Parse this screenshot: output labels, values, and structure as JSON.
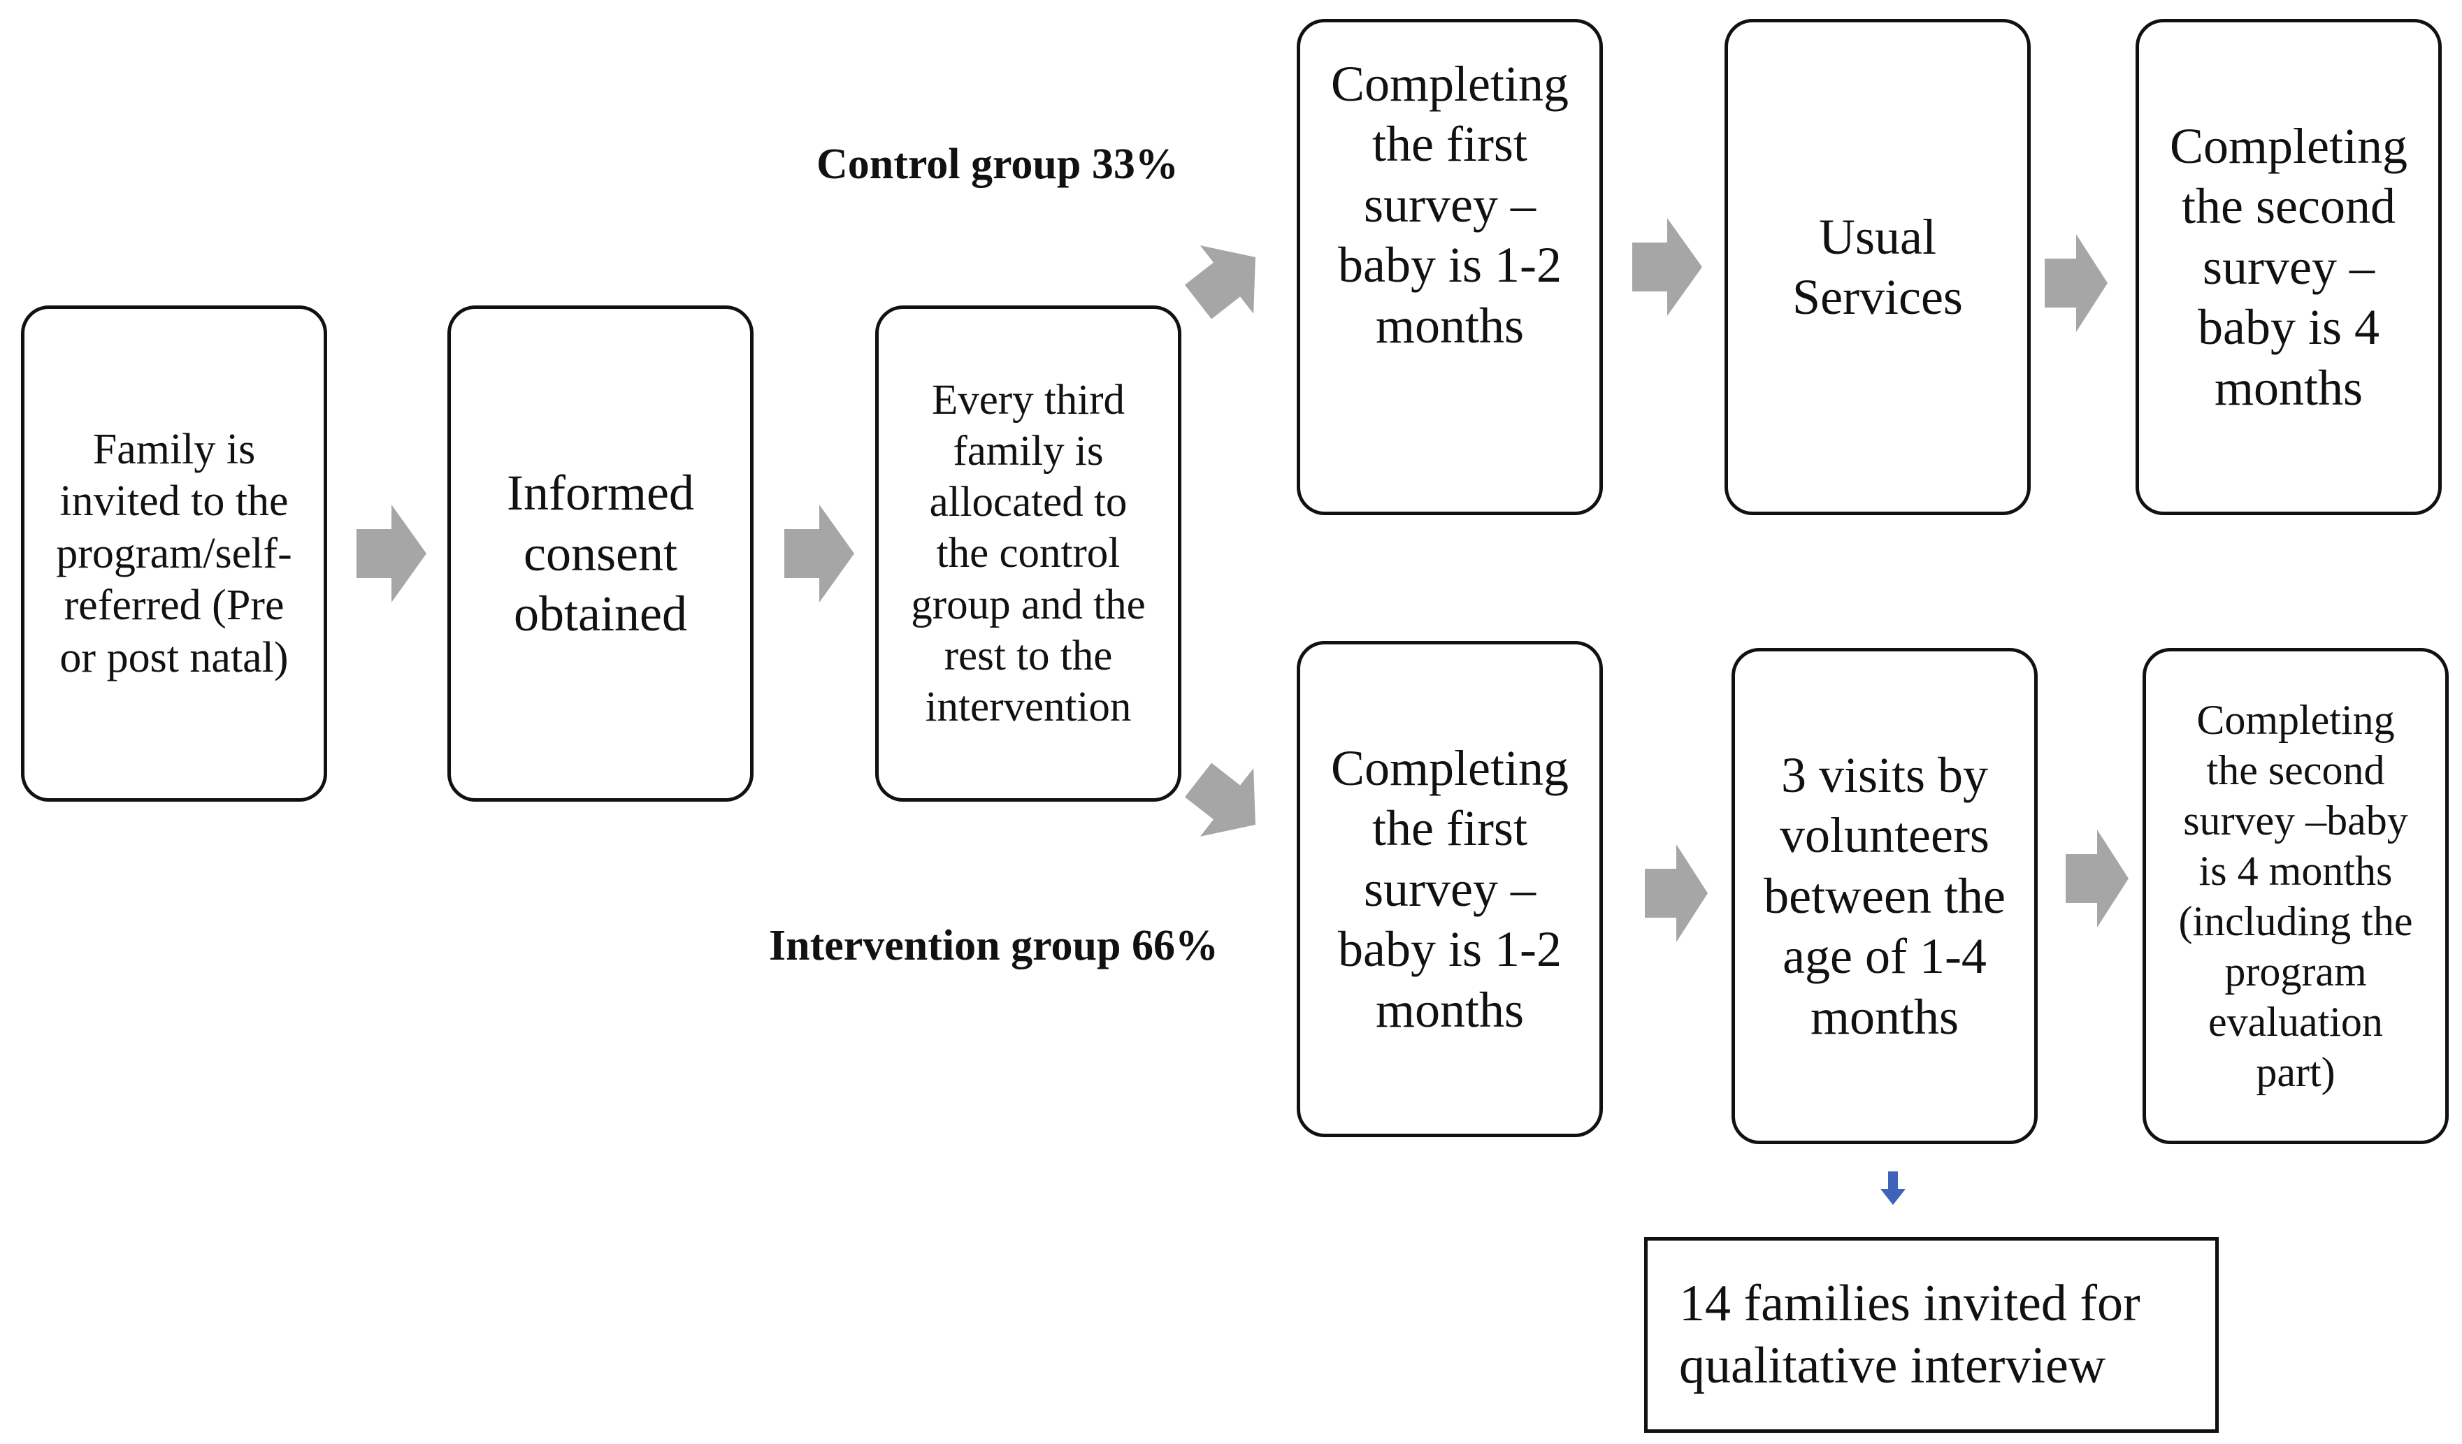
{
  "colors": {
    "arrow": "#a6a6a6",
    "small_arrow": "#3f63b8",
    "border": "#111111",
    "text": "#111111"
  },
  "labels": {
    "control": "Control group 33%",
    "intervention": "Intervention group 66%"
  },
  "nodes": {
    "invite": "Family is\ninvited to the\nprogram/self-\nreferred (Pre\nor post natal)",
    "consent": "Informed\nconsent\nobtained",
    "allocate": "Every third\nfamily is\nallocated to\nthe control\ngroup and the\nrest to the\nintervention",
    "control_survey1": "Completing\nthe first\nsurvey –\nbaby is 1-2\nmonths",
    "usual_services": "Usual\nServices",
    "control_survey2": "Completing\nthe second\nsurvey –\nbaby is 4\nmonths",
    "int_survey1": "Completing\nthe first\nsurvey –\nbaby is 1-2\nmonths",
    "visits": "3 visits by\nvolunteers\nbetween the\nage of 1-4\nmonths",
    "int_survey2": "Completing\nthe second\nsurvey –baby\nis 4 months\n(including the\nprogram\nevaluation\npart)",
    "qualitative": "14 families invited for\nqualitative interview"
  }
}
